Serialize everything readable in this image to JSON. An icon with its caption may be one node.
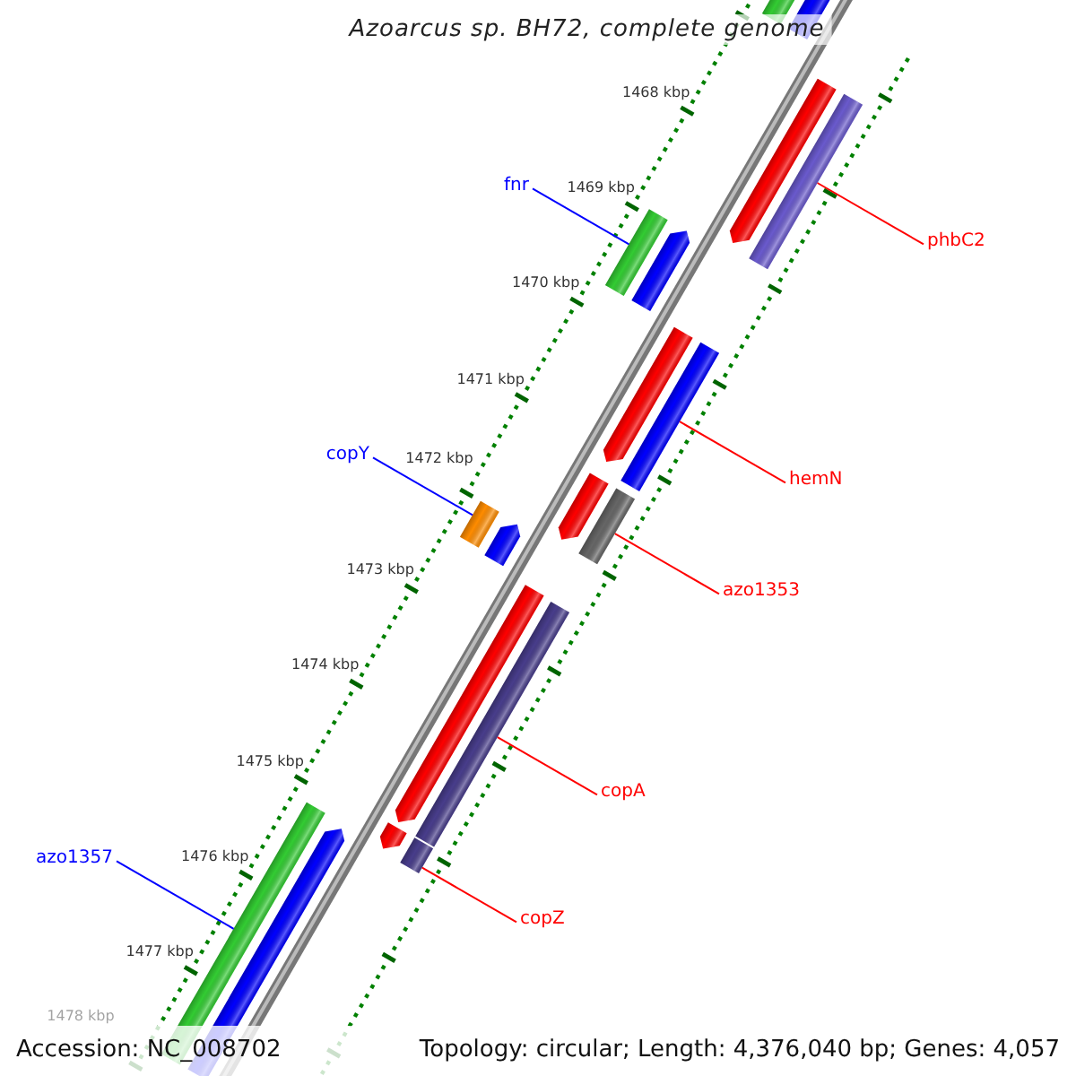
{
  "diagram": {
    "title": "Azoarcus sp. BH72, complete genome",
    "nodes": [
      {
        "text": [
          "fnr"
        ]
      },
      {
        "text": [
          "phbC2"
        ]
      },
      {
        "text": [
          "copY"
        ]
      },
      {
        "text": [
          "hemN"
        ]
      },
      {
        "text": [
          "azo1353"
        ]
      },
      {
        "text": [
          "copA"
        ]
      },
      {
        "text": [
          "azo1357"
        ]
      },
      {
        "text": [
          "copZ"
        ]
      }
    ],
    "edges": [
      {
        "from": 0,
        "to": null,
        "arrow": "none",
        "color": "#0000ff"
      },
      {
        "from": 1,
        "to": null,
        "arrow": "none"
      },
      {
        "from": 2,
        "to": null,
        "arrow": "none",
        "color": "#0000ff"
      },
      {
        "from": 3,
        "to": null,
        "arrow": "none"
      },
      {
        "from": 4,
        "to": null,
        "arrow": "none"
      },
      {
        "from": 5,
        "to": null,
        "arrow": "none"
      },
      {
        "from": 6,
        "to": null,
        "arrow": "none",
        "color": "#0000ff"
      },
      {
        "from": 7,
        "to": null,
        "arrow": "none"
      }
    ],
    "labels": [
      "1468 kbp",
      "1469 kbp",
      "1470 kbp",
      "1471 kbp",
      "1472 kbp",
      "1473 kbp",
      "1474 kbp",
      "1475 kbp",
      "1476 kbp",
      "1477 kbp",
      "1478 kbp",
      "Accession: NC_008702",
      "Topology: circular; Length: 4,376,040 bp; Genes: 4,057"
    ]
  }
}
